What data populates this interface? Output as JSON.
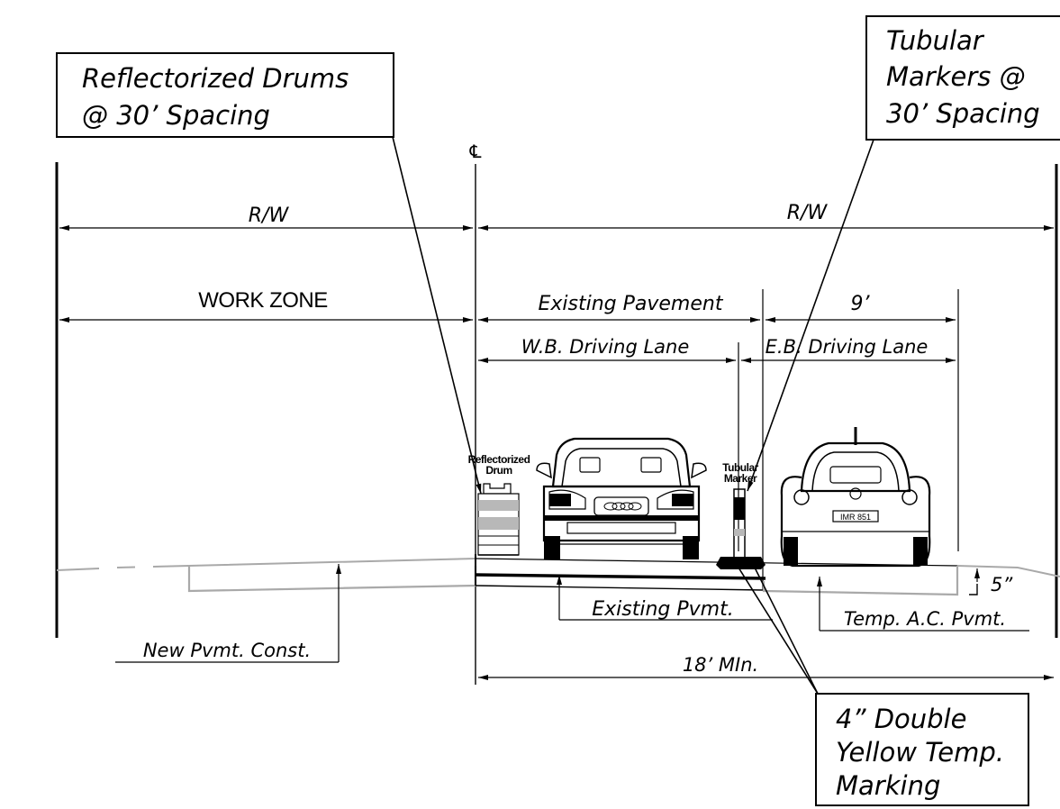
{
  "callouts": {
    "drums": [
      "Reflectorized Drums",
      "@ 30’ Spacing"
    ],
    "markers": [
      "Tubular",
      "Markers @",
      "30’ Spacing"
    ],
    "marking": [
      "4” Double",
      "Yellow Temp.",
      "Marking"
    ]
  },
  "centerline_symbol": "℄",
  "dimensions": {
    "rw_left": "R/W",
    "rw_right": "R/W",
    "work_zone": "WORK ZONE",
    "existing_pavement": "Existing Pavement",
    "nine_ft": "9’",
    "wb_lane": "W.B. Driving Lane",
    "eb_lane": "E.B. Driving Lane",
    "eighteen_min": "18’ MIn.",
    "five_in": "5”"
  },
  "labels": {
    "drum_title": [
      "Reflectorized",
      "Drum"
    ],
    "marker_title": [
      "Tubular",
      "Marker"
    ],
    "existing_pvmt": "Existing Pvmt.",
    "temp_ac_pvmt": "Temp. A.C. Pvmt.",
    "new_pvmt": "New Pvmt. Const.",
    "plate_rear": "IMR 851",
    "plate_front": "OOOO"
  },
  "colors": {
    "line": "#000000",
    "pavement_outline": "#a9a9a9",
    "drum_band": "#b8b8b8"
  }
}
